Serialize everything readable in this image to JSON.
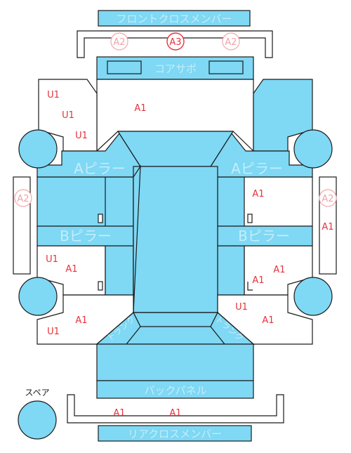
{
  "parts": {
    "front_cross_member": "フロントクロスメンバー",
    "core_support": "コアサポ",
    "a_pillar_left": "Aピラー",
    "a_pillar_right": "Aピラー",
    "b_pillar_left": "Bピラー",
    "b_pillar_right": "Bピラー",
    "back_panel": "パックパネル",
    "rear_cross_member": "リアクロスメンバー",
    "trunk_left": "トランク",
    "trunk_right": "トランク",
    "spare": "スペア"
  },
  "codes": {
    "front_a2_left": "A2",
    "front_a3": "A3",
    "front_a2_right": "A2",
    "left_u1_top": "U1",
    "left_u1_mid": "U1",
    "left_u1_low": "U1",
    "hood_a1": "A1",
    "left_side_a2": "A2",
    "right_side_a2": "A2",
    "right_side_a1": "A1",
    "right_front_door_a1": "A1",
    "left_rear_u1": "U1",
    "left_rear_a1": "A1",
    "right_rear_a1_upper": "A1",
    "right_rear_a1_lower": "A1",
    "left_quarter_a1": "A1",
    "left_quarter_u1": "U1",
    "right_quarter_u1": "U1",
    "right_quarter_a1": "A1",
    "rear_a1_left": "A1",
    "rear_a1_right": "A1"
  }
}
